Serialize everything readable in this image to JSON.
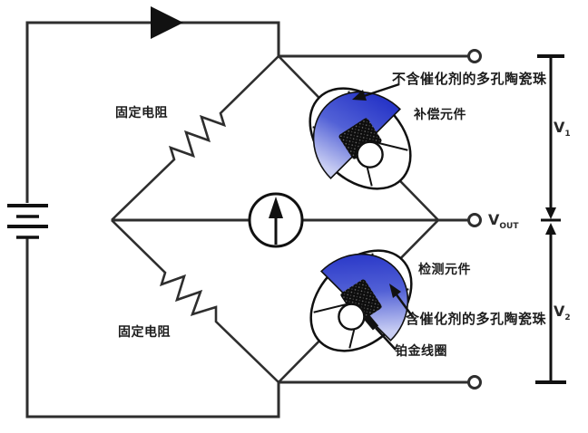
{
  "labels": {
    "fixed_resistor_top": "固定电阻",
    "fixed_resistor_bottom": "固定电阻",
    "bead_without_catalyst": "不含催化剂的多孔陶瓷珠",
    "compensation_element": "补偿元件",
    "detection_element": "检测元件",
    "bead_with_catalyst": "含催化剂的多孔陶瓷珠",
    "platinum_coil": "铂金线圈"
  },
  "vout": {
    "main": "V",
    "sub": "OUT"
  },
  "v1": {
    "main": "V",
    "sub": "1"
  },
  "v2": {
    "main": "V",
    "sub": "2"
  },
  "colors": {
    "wire": "#2e2e2e",
    "ink": "#111111",
    "dome_dark": "#1e2cc4",
    "dome_mid": "#5261d6",
    "dome_light": "#c9cef3",
    "background": "#ffffff"
  }
}
